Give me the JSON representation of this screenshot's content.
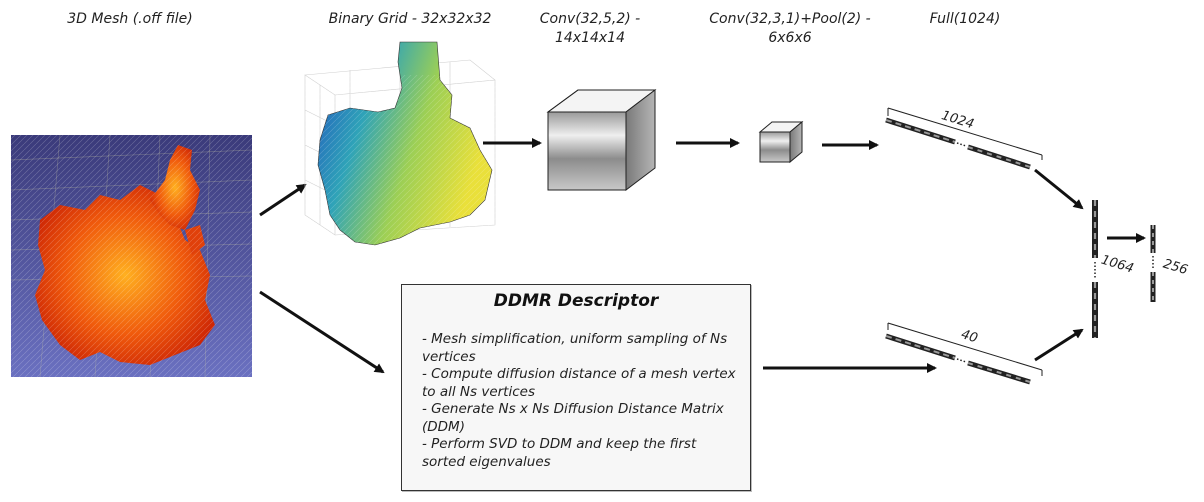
{
  "labels": {
    "mesh": "3D Mesh (.off file)",
    "grid": "Binary Grid - 32x32x32",
    "conv1_line1": "Conv(32,5,2) -",
    "conv1_line2": "14x14x14",
    "conv2_line1": "Conv(32,3,1)+Pool(2) -",
    "conv2_line2": "6x6x6",
    "full": "Full(1024)"
  },
  "vector_sizes": {
    "full": "1024",
    "ddmr": "40",
    "concat": "1064",
    "output": "256"
  },
  "ddmr": {
    "title": "DDMR Descriptor",
    "items": [
      "- Mesh simplification, uniform sampling of Ns vertices",
      "- Compute diffusion distance of a mesh vertex to all Ns vertices",
      "- Generate Ns x Ns Diffusion Distance Matrix (DDM)",
      "- Perform SVD to DDM and keep the first sorted eigenvalues"
    ]
  },
  "colors": {
    "mesh_background": "#4a4a9a",
    "mesh_surface": "#e23a08",
    "grid_low": "#1f4fbf",
    "grid_high": "#e9e03a",
    "arrow": "#111111"
  }
}
